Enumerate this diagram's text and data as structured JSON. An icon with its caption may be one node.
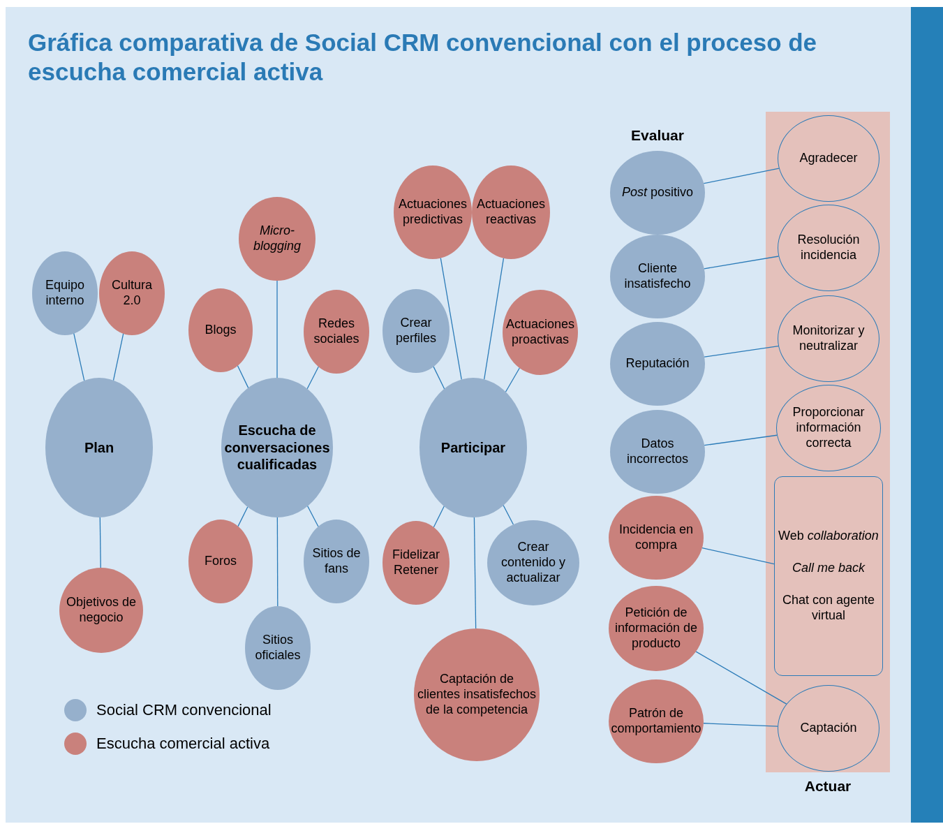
{
  "diagram": {
    "title": "Gráfica comparativa de Social CRM convencional con el proceso de escucha comercial activa",
    "nodes": [
      {
        "text": [
          "Equipo interno"
        ]
      },
      {
        "text": [
          "Cultura 2.0"
        ]
      },
      {
        "text": [
          "Plan"
        ]
      },
      {
        "text": [
          "Objetivos de negocio"
        ]
      },
      {
        "text": [
          "*Micro-blogging*"
        ]
      },
      {
        "text": [
          "Blogs"
        ]
      },
      {
        "text": [
          "Redes sociales"
        ]
      },
      {
        "text": [
          "Escucha de conversaciones cualificadas"
        ]
      },
      {
        "text": [
          "Foros"
        ]
      },
      {
        "text": [
          "Sitios de fans"
        ]
      },
      {
        "text": [
          "Sitios oficiales"
        ]
      },
      {
        "text": [
          "Actuaciones predictivas"
        ]
      },
      {
        "text": [
          "Actuaciones reactivas"
        ]
      },
      {
        "text": [
          "Crear perfiles"
        ]
      },
      {
        "text": [
          "Actuaciones proactivas"
        ]
      },
      {
        "text": [
          "Participar"
        ]
      },
      {
        "text": [
          "Fidelizar Retener"
        ]
      },
      {
        "text": [
          "Crear contenido y actualizar"
        ]
      },
      {
        "text": [
          "Captación de clientes insatisfechos de la competencia"
        ]
      },
      {
        "text": [
          "*Post* positivo"
        ]
      },
      {
        "text": [
          "Cliente insatisfecho"
        ]
      },
      {
        "text": [
          "Reputación"
        ]
      },
      {
        "text": [
          "Datos incorrectos"
        ]
      },
      {
        "text": [
          "Incidencia en compra"
        ]
      },
      {
        "text": [
          "Petición de información de producto"
        ]
      },
      {
        "text": [
          "Patrón de comportamiento"
        ]
      },
      {
        "text": [
          "Actuar"
        ]
      },
      {
        "text": [
          "Agradecer"
        ],
        "in": 26
      },
      {
        "text": [
          "Resolución incidencia"
        ],
        "in": 26
      },
      {
        "text": [
          "Monitorizar y neutralizar"
        ],
        "in": 26
      },
      {
        "text": [
          "Proporcionar información correcta"
        ],
        "in": 26
      },
      {
        "text": [
          "Web *collaboration*",
          "*Call me back*",
          "Chat con agente virtual"
        ],
        "in": 26
      },
      {
        "text": [
          "Captación"
        ],
        "in": 26
      }
    ],
    "edges": [
      {
        "from": 2,
        "to": 0,
        "arrow": "none"
      },
      {
        "from": 2,
        "to": 1,
        "arrow": "none"
      },
      {
        "from": 2,
        "to": 3,
        "arrow": "none"
      },
      {
        "from": 7,
        "to": 4,
        "arrow": "none"
      },
      {
        "from": 7,
        "to": 5,
        "arrow": "none"
      },
      {
        "from": 7,
        "to": 6,
        "arrow": "none"
      },
      {
        "from": 7,
        "to": 8,
        "arrow": "none"
      },
      {
        "from": 7,
        "to": 9,
        "arrow": "none"
      },
      {
        "from": 7,
        "to": 10,
        "arrow": "none"
      },
      {
        "from": 15,
        "to": 11,
        "arrow": "none"
      },
      {
        "from": 15,
        "to": 12,
        "arrow": "none"
      },
      {
        "from": 15,
        "to": 13,
        "arrow": "none"
      },
      {
        "from": 15,
        "to": 14,
        "arrow": "none"
      },
      {
        "from": 15,
        "to": 16,
        "arrow": "none"
      },
      {
        "from": 15,
        "to": 17,
        "arrow": "none"
      },
      {
        "from": 15,
        "to": 18,
        "arrow": "none"
      },
      {
        "from": 19,
        "to": 27,
        "arrow": "none"
      },
      {
        "from": 20,
        "to": 28,
        "arrow": "none"
      },
      {
        "from": 21,
        "to": 29,
        "arrow": "none"
      },
      {
        "from": 22,
        "to": 30,
        "arrow": "none"
      },
      {
        "from": 23,
        "to": 31,
        "arrow": "none"
      },
      {
        "from": 24,
        "to": 32,
        "arrow": "none"
      },
      {
        "from": 25,
        "to": 32,
        "arrow": "none"
      }
    ],
    "labels": [
      "Evaluar"
    ],
    "legend": [
      {
        "text": "Social CRM convencional",
        "color": "#96b0cc"
      },
      {
        "text": "Escucha comercial activa",
        "color": "#c9817c"
      }
    ]
  }
}
